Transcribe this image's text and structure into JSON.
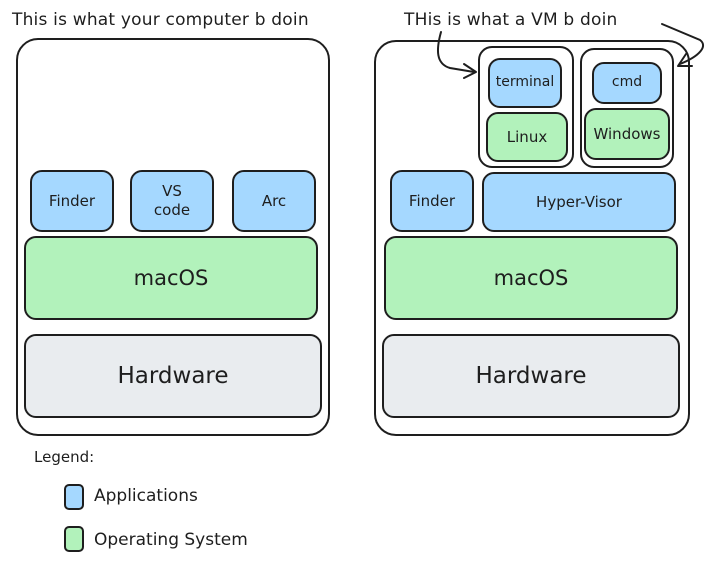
{
  "left_diagram": {
    "title": "This is what your computer b doin",
    "apps": [
      "Finder",
      "VS\ncode",
      "Arc"
    ],
    "os": "macOS",
    "hardware": "Hardware"
  },
  "right_diagram": {
    "title": "THis is what a VM b doin",
    "vms": [
      {
        "app": "terminal",
        "os": "Linux"
      },
      {
        "app": "cmd",
        "os": "Windows"
      }
    ],
    "apps": [
      "Finder",
      "Hyper-Visor"
    ],
    "os": "macOS",
    "hardware": "Hardware"
  },
  "legend": {
    "title": "Legend:",
    "items": [
      {
        "label": "Applications",
        "color": "#a5d8ff"
      },
      {
        "label": "Operating System",
        "color": "#b2f2bb"
      }
    ]
  },
  "colors": {
    "application": "#a5d8ff",
    "operating_system": "#b2f2bb",
    "hardware": "#e9ecef",
    "stroke": "#1e1e1e"
  }
}
